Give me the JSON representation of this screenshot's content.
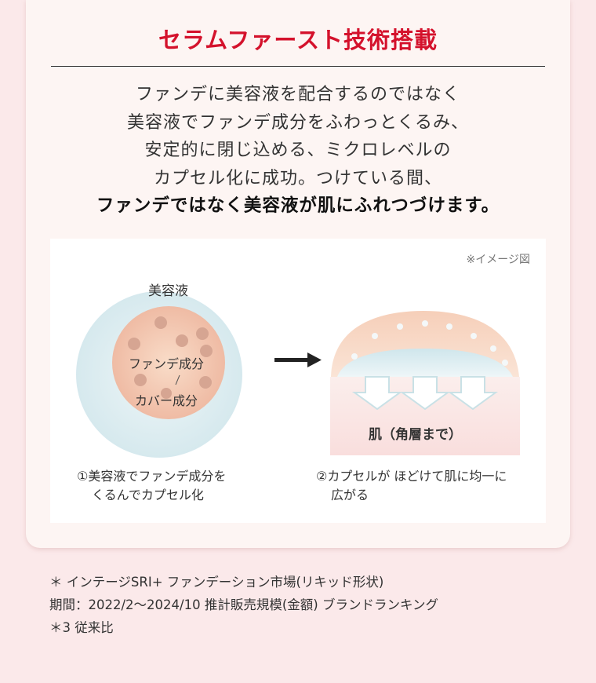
{
  "header": {
    "title": "セラムファースト技術搭載"
  },
  "body": {
    "lines": [
      "ファンデに美容液を配合するのではなく",
      "美容液でファンデ成分をふわっとくるみ、",
      "安定的に閉じ込める、ミクロレベルの",
      "カプセル化に成功。つけている間、"
    ],
    "bold_line": "ファンデではなく美容液が肌にふれつづけます。"
  },
  "diagram": {
    "note": "※イメージ図",
    "outer_label": "美容液",
    "inner_label_1": "ファンデ成分",
    "inner_label_2": "カバー成分",
    "skin_label": "肌（角層まで）",
    "caption_1": [
      "①美容液でファンデ成分を",
      "くるんでカプセル化"
    ],
    "caption_2": [
      "②カプセルが ほどけて肌に均一に",
      "広がる"
    ],
    "colors": {
      "outer": "#dcecef",
      "inner": "#f2c3ad",
      "dot": "#d9a793",
      "skin": "#fbe5e3",
      "arrow": "#222222"
    }
  },
  "footnotes": [
    "＊ インテージSRI+ ファンデーション市場(リキッド形状)",
    "期間：2022/2～2024/10 推計販売規模(金額) ブランドランキング",
    "＊3 従来比"
  ]
}
